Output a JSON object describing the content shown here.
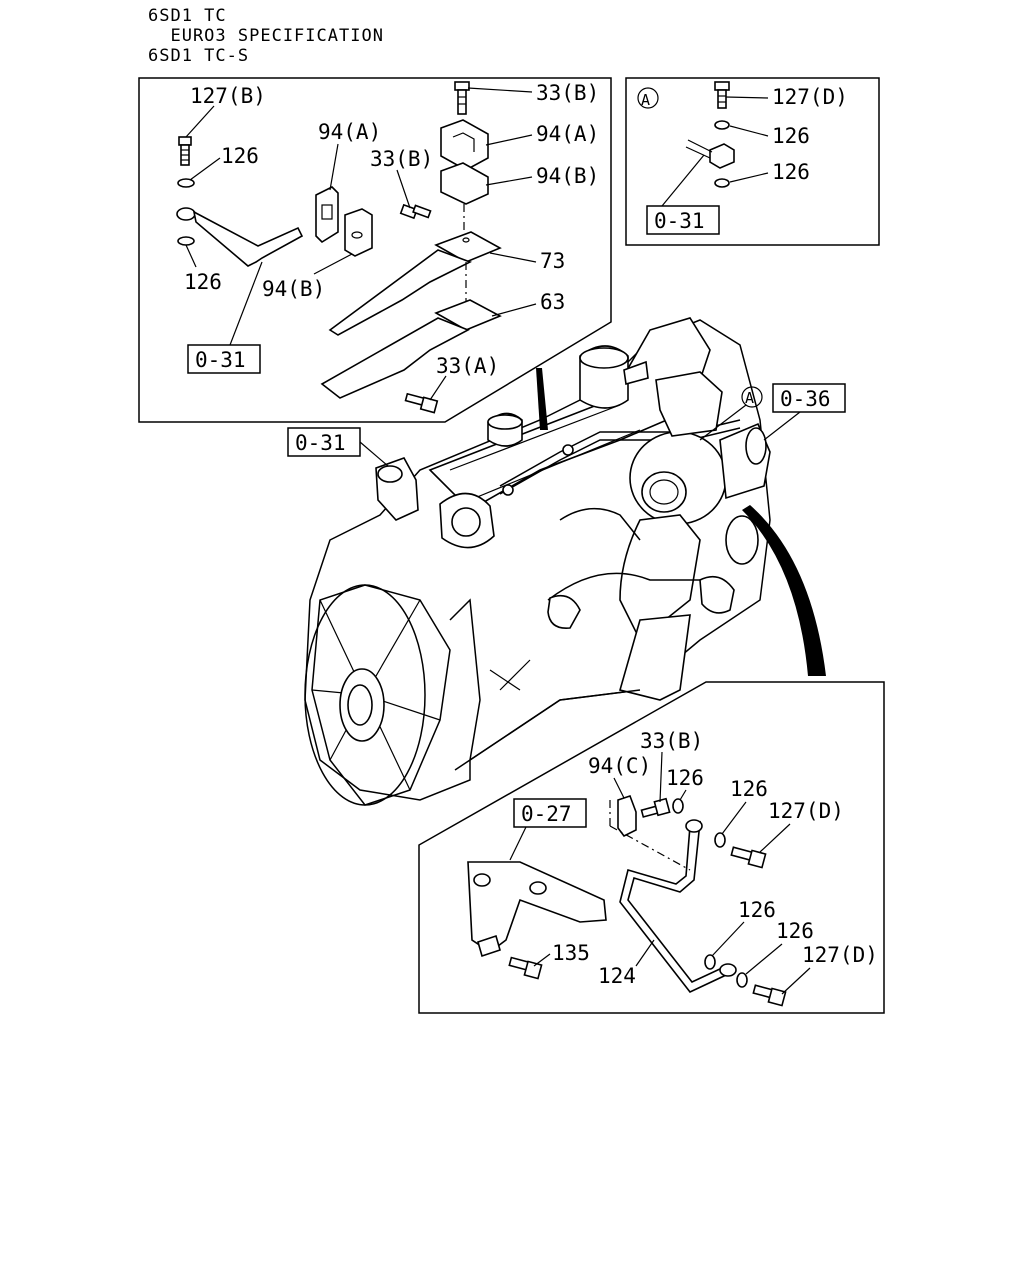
{
  "header": {
    "line1": "6SD1 TC",
    "line2": "  EURO3 SPECIFICATION",
    "line3": "6SD1 TC-S"
  },
  "box_top_left": {
    "labels": {
      "p127b": "127(B)",
      "p126a": "126",
      "p126b": "126",
      "p94a_1": "94(A)",
      "p33b_1": "33(B)",
      "p33b_2": "33(B)",
      "p94a_2": "94(A)",
      "p94b_1": "94(B)",
      "p94b_2": "94(B)",
      "p73": "73",
      "p63": "63",
      "p33a": "33(A)"
    },
    "ref": "0-31"
  },
  "box_top_right": {
    "marker": "A",
    "labels": {
      "p127d": "127(D)",
      "p126a": "126",
      "p126b": "126"
    },
    "ref": "0-31"
  },
  "engine": {
    "ref_left": "0-31",
    "ref_right": "0-36",
    "marker": "A"
  },
  "box_bottom": {
    "ref": "0-27",
    "labels": {
      "p33b": "33(B)",
      "p94c": "94(C)",
      "p126_1": "126",
      "p126_2": "126",
      "p127d_1": "127(D)",
      "p126_3": "126",
      "p126_4": "126",
      "p127d_2": "127(D)",
      "p135": "135",
      "p124": "124"
    }
  }
}
